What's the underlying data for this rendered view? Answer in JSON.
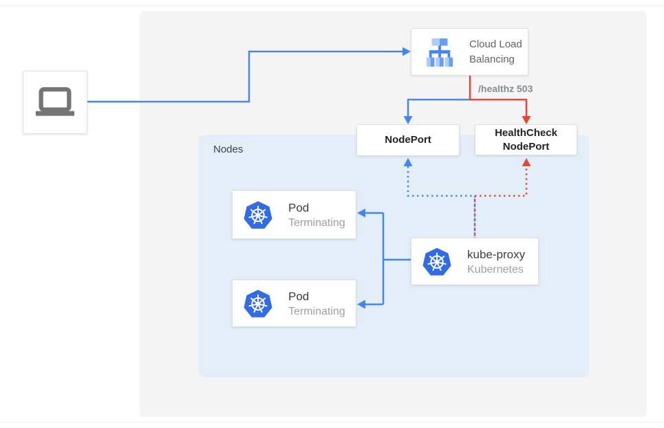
{
  "colors": {
    "accent_blue": "#4285f4",
    "accent_red": "#ea4335",
    "kubernetes_blue": "#326ce5",
    "lb_icon_light_blue": "#aecbfa",
    "lb_icon_mid_blue": "#669df6",
    "nodes_panel_bg": "#e3eef9",
    "outer_panel_bg": "#f5f5f6",
    "laptop_gray": "#757575"
  },
  "client": {
    "icon": "laptop-icon"
  },
  "load_balancer": {
    "icon": "load-balancer-icon",
    "title_line1": "Cloud Load",
    "title_line2": "Balancing"
  },
  "labels": {
    "healthz": "/healthz 503"
  },
  "nodeport": {
    "label": "NodePort"
  },
  "healthcheck_nodeport": {
    "label_line1": "HealthCheck",
    "label_line2": "NodePort"
  },
  "nodes_container": {
    "label": "Nodes"
  },
  "pods": [
    {
      "icon": "kubernetes-icon",
      "title": "Pod",
      "subtitle": "Terminating"
    },
    {
      "icon": "kubernetes-icon",
      "title": "Pod",
      "subtitle": "Terminating"
    }
  ],
  "kube_proxy": {
    "icon": "kubernetes-icon",
    "title": "kube-proxy",
    "subtitle": "Kubernetes"
  },
  "edges": [
    {
      "from": "laptop",
      "to": "cloud-load-balancing",
      "style": "solid",
      "color": "#4285f4"
    },
    {
      "from": "cloud-load-balancing",
      "to": "nodeport",
      "style": "solid",
      "color": "#4285f4"
    },
    {
      "from": "cloud-load-balancing",
      "to": "healthcheck-nodeport",
      "style": "solid",
      "color": "#ea4335",
      "label": "/healthz 503"
    },
    {
      "from": "kube-proxy",
      "to": "nodeport",
      "style": "dotted",
      "color": "#4285f4"
    },
    {
      "from": "kube-proxy",
      "to": "healthcheck-nodeport",
      "style": "dotted",
      "color": "#ea4335"
    },
    {
      "from": "kube-proxy",
      "to": "pod-1",
      "style": "solid",
      "color": "#4285f4"
    },
    {
      "from": "kube-proxy",
      "to": "pod-2",
      "style": "solid",
      "color": "#4285f4"
    }
  ]
}
